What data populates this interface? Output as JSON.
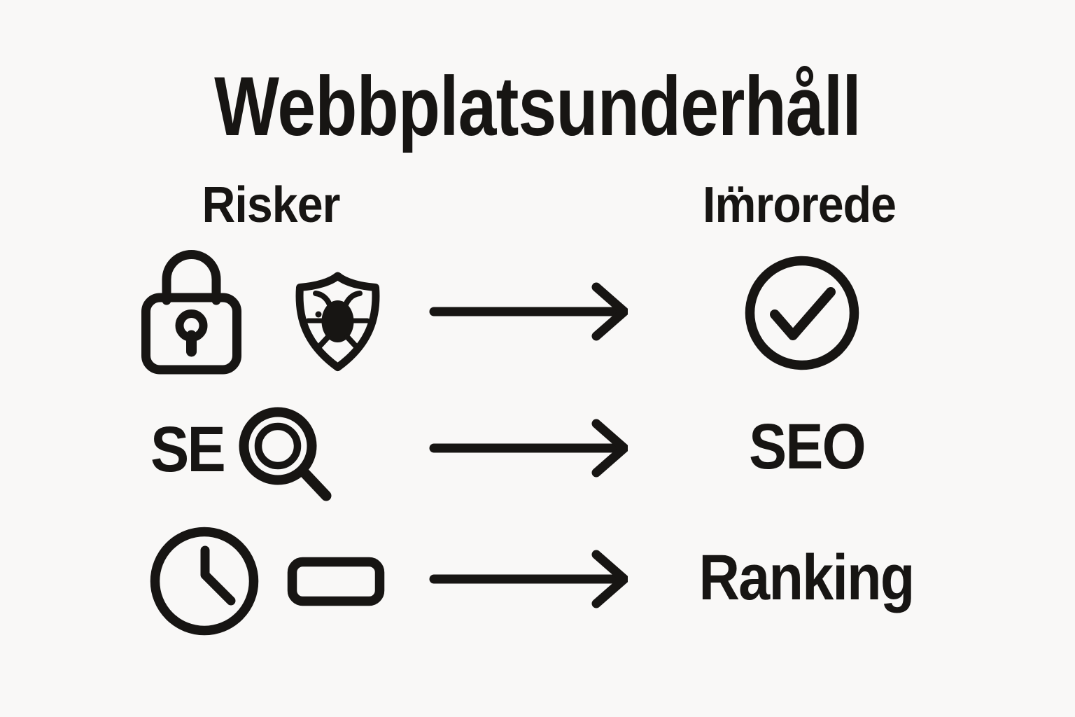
{
  "colors": {
    "background": "#f9f8f7",
    "ink": "#171513"
  },
  "title": "Webbplatsunderhåll",
  "columns": {
    "left": "Risker",
    "right": "Im̈rorede"
  },
  "rows": [
    {
      "name": "security",
      "left_icons": [
        "lock-icon",
        "shield-bug-icon"
      ],
      "connector": "arrow-right-icon",
      "result_icon": "check-circle-icon"
    },
    {
      "name": "seo",
      "left_text": "SE",
      "left_icon": "magnifier-icon",
      "connector": "arrow-right-icon",
      "result_text": "SEO"
    },
    {
      "name": "ranking",
      "left_icons": [
        "clock-icon",
        "browser-bar-icon"
      ],
      "connector": "arrow-right-icon",
      "result_text": "Ranking"
    }
  ]
}
